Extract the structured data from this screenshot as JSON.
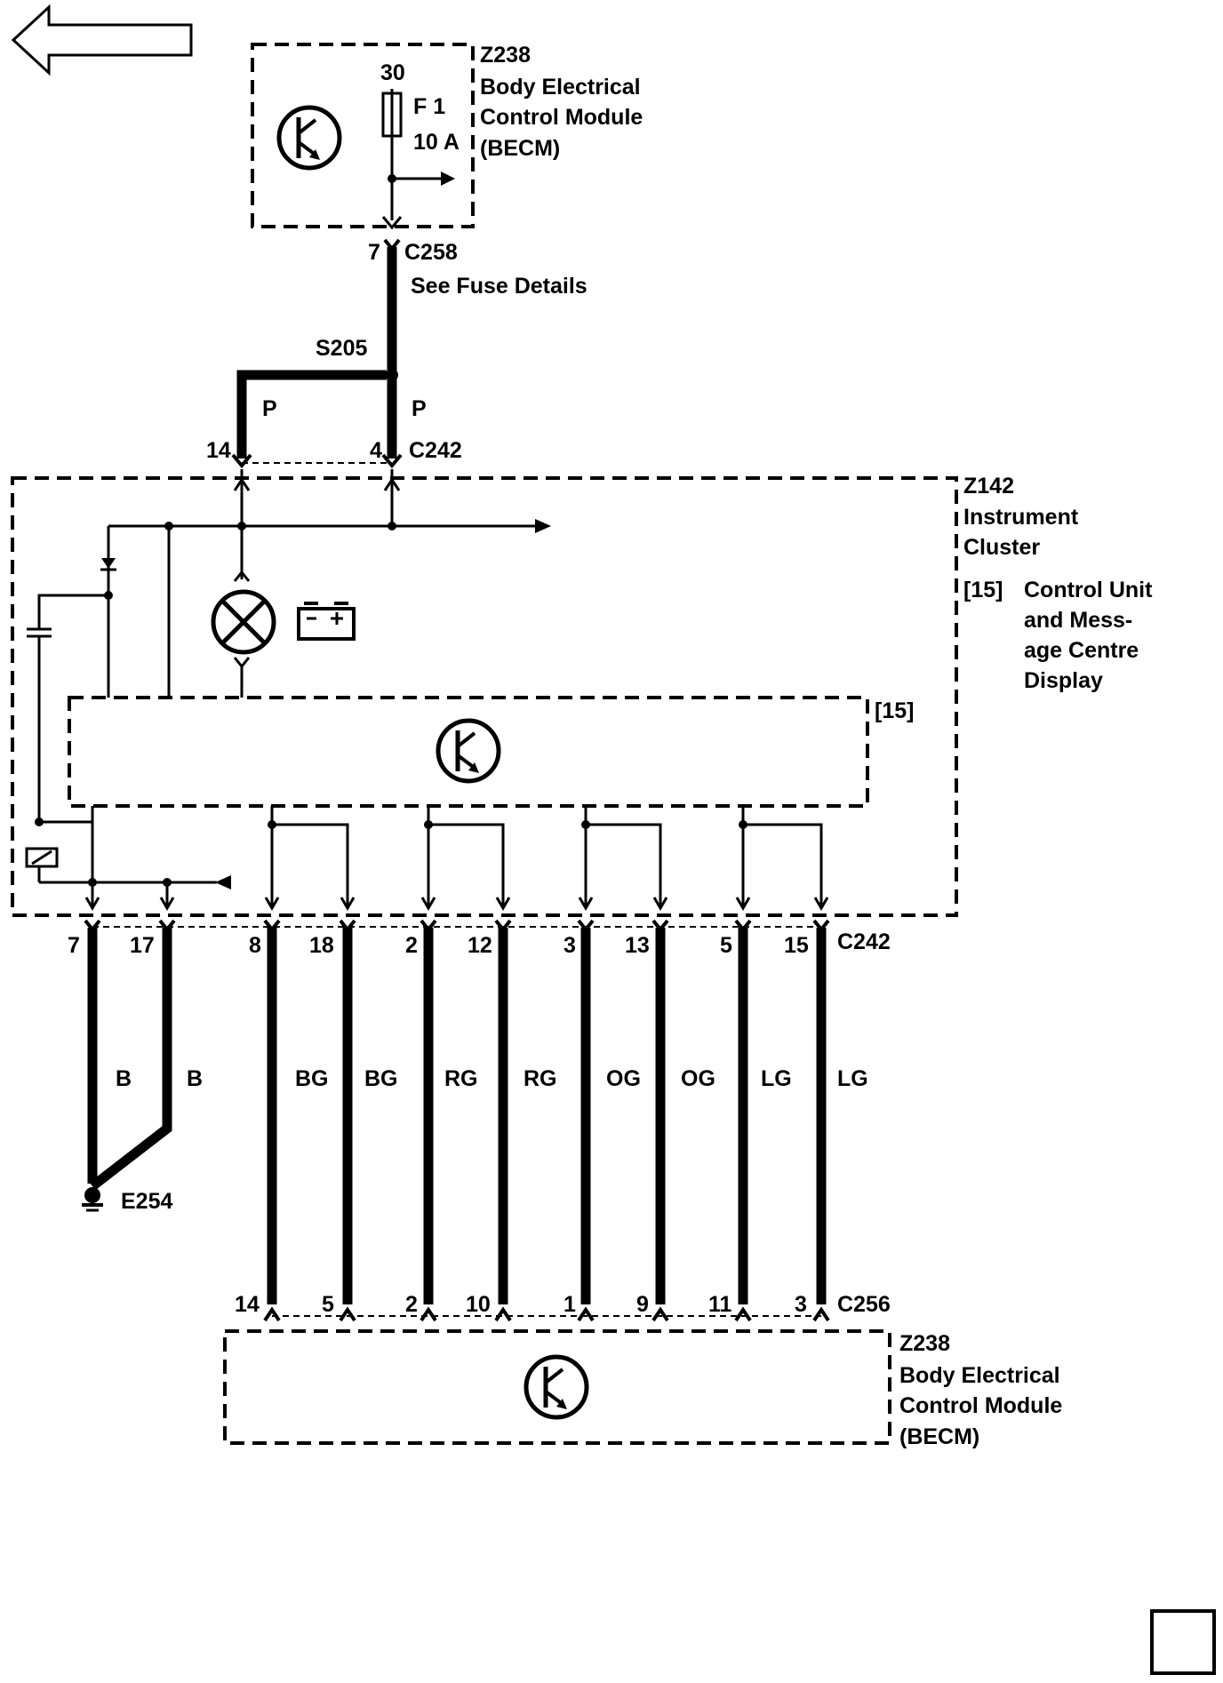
{
  "nav": {
    "back_arrow": "back-arrow"
  },
  "becm_top": {
    "id": "Z238",
    "name_lines": [
      "Body Electrical",
      "Control Module",
      "(BECM)"
    ],
    "fuse_circuit": "30",
    "fuse_name": "F 1",
    "fuse_rating": "10 A"
  },
  "connector_c258": {
    "name": "C258",
    "pin": "7",
    "note": "See Fuse Details"
  },
  "splice": {
    "name": "S205"
  },
  "supply_wires": [
    {
      "pin": "14",
      "color": "P"
    },
    {
      "pin": "4",
      "color": "P"
    }
  ],
  "supply_connector": "C242",
  "cluster": {
    "id": "Z142",
    "name_lines": [
      "Instrument",
      "Cluster"
    ],
    "sub_ref": "[15]",
    "sub_desc_lines": [
      "Control Unit",
      "and Mess-",
      "age Centre",
      "Display"
    ],
    "inner_ref": "[15]"
  },
  "output_connector": "C242",
  "output_wires": [
    {
      "pin": "7",
      "color": "B"
    },
    {
      "pin": "17",
      "color": "B"
    },
    {
      "pin": "8",
      "color": "BG"
    },
    {
      "pin": "18",
      "color": "BG"
    },
    {
      "pin": "2",
      "color": "RG"
    },
    {
      "pin": "12",
      "color": "RG"
    },
    {
      "pin": "3",
      "color": "OG"
    },
    {
      "pin": "13",
      "color": "OG"
    },
    {
      "pin": "5",
      "color": "LG"
    },
    {
      "pin": "15",
      "color": "LG"
    }
  ],
  "ground": {
    "name": "E254"
  },
  "becm_connector": {
    "name": "C256",
    "pins": [
      "14",
      "5",
      "2",
      "10",
      "1",
      "9",
      "11",
      "3"
    ]
  },
  "becm_bottom": {
    "id": "Z238",
    "name_lines": [
      "Body Electrical",
      "Control Module",
      "(BECM)"
    ]
  }
}
